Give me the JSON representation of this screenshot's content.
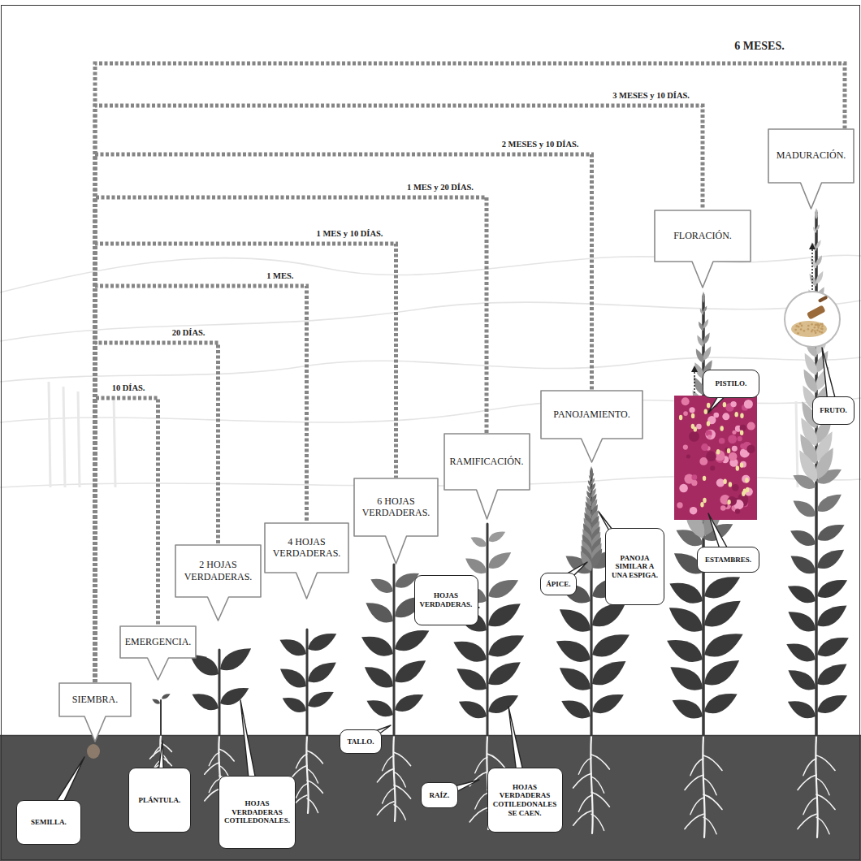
{
  "diagram": {
    "nodes": [
      {
        "text": [
          "SIEMBRA."
        ]
      },
      {
        "text": [
          "SEMILLA."
        ]
      },
      {
        "text": [
          "EMERGENCIA."
        ]
      },
      {
        "text": [
          "PLÁNTULA."
        ]
      },
      {
        "text": [
          "2 HOJAS VERDADERAS."
        ]
      },
      {
        "text": [
          "HOJAS VERDADERAS COTILEDONALES."
        ]
      },
      {
        "text": [
          "4 HOJAS VERDADERAS."
        ]
      },
      {
        "text": [
          "6 HOJAS VERDADERAS."
        ]
      },
      {
        "text": [
          "TALLO."
        ]
      },
      {
        "text": [
          "RAMIFICACIÓN."
        ]
      },
      {
        "text": [
          "HOJAS VERDADERAS."
        ]
      },
      {
        "text": [
          "RAÍZ."
        ]
      },
      {
        "text": [
          "HOJAS VERDADERAS COTILEDONALES SE CAEN."
        ]
      },
      {
        "text": [
          "PANOJAMIENTO."
        ]
      },
      {
        "text": [
          "ÁPICE."
        ]
      },
      {
        "text": [
          "PANOJA SIMILAR A UNA ESPIGA."
        ]
      },
      {
        "text": [
          "FLORACIÓN."
        ]
      },
      {
        "text": [
          "PISTILO."
        ]
      },
      {
        "text": [
          "ESTAMBRES."
        ]
      },
      {
        "text": [
          "MADURACIÓN."
        ]
      },
      {
        "text": [
          "FRUTO."
        ]
      }
    ],
    "edges": [
      {
        "from": 0,
        "to": 2,
        "arrow": "none",
        "label": "10 DÍAS."
      },
      {
        "from": 0,
        "to": 4,
        "arrow": "none",
        "label": "20 DÍAS."
      },
      {
        "from": 0,
        "to": 6,
        "arrow": "none",
        "label": "1 MES."
      },
      {
        "from": 0,
        "to": 7,
        "arrow": "none",
        "label": "1 MES y 10 DÍAS."
      },
      {
        "from": 0,
        "to": 9,
        "arrow": "none",
        "label": "1 MES y 20 DÍAS."
      },
      {
        "from": 0,
        "to": 13,
        "arrow": "none",
        "label": "2 MESES y 10 DÍAS."
      },
      {
        "from": 0,
        "to": 16,
        "arrow": "none",
        "label": "3 MESES y 10 DÍAS."
      },
      {
        "from": 0,
        "to": 19,
        "arrow": "none",
        "label": "6 MESES."
      }
    ]
  }
}
